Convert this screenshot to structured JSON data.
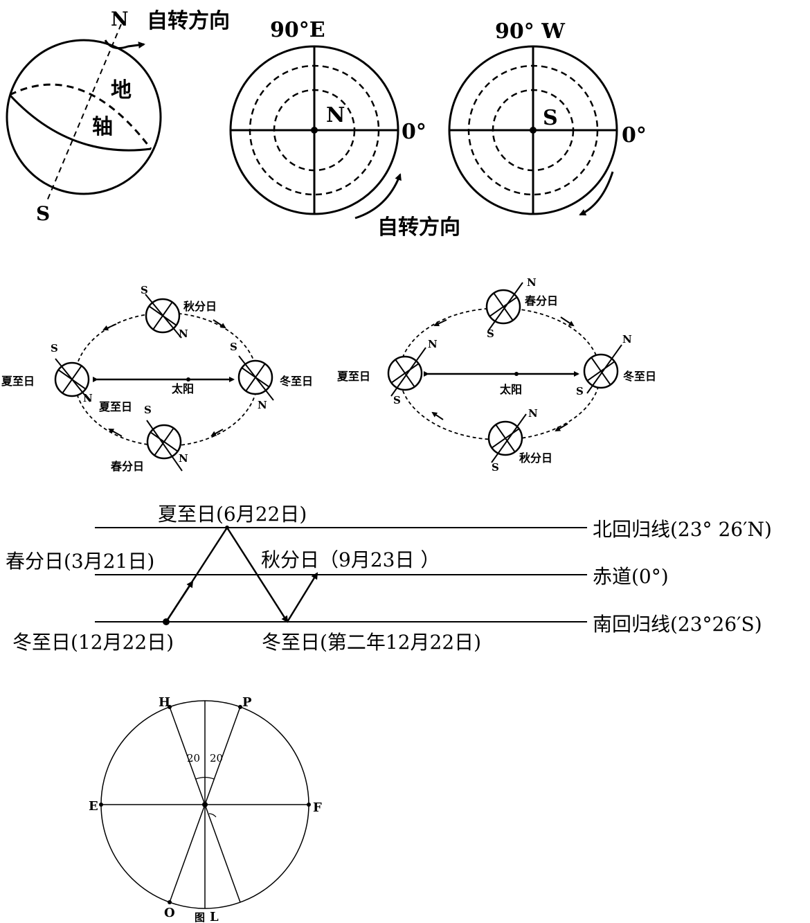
{
  "panel1": {
    "globe": {
      "north": "N",
      "south": "S",
      "rotation": "自转方向",
      "axis_char1": "地",
      "axis_char2": "轴"
    },
    "north_view": {
      "top": "90°E",
      "right": "0°",
      "center": "N"
    },
    "south_view": {
      "top": "90° W",
      "right": "0°",
      "center": "S"
    },
    "rotation_label": "自转方向"
  },
  "panel2": {
    "north_hemi": {
      "sun": "太阳",
      "summer": "夏至日",
      "autumn": "秋分日",
      "winter": "冬至日",
      "spring": "春分日",
      "summer_lower": "夏至日",
      "n": "N",
      "s": "S"
    },
    "south_hemi": {
      "sun": "太阳",
      "summer": "夏至日",
      "spring": "春分日",
      "winter": "冬至日",
      "autumn": "秋分日",
      "n": "N",
      "s": "S"
    }
  },
  "panel3": {
    "tropic_n": "北回归线(23° 26′N)",
    "equator": "赤道(0°)",
    "tropic_s": "南回归线(23°26′S)",
    "summer": "夏至日(6月22日)",
    "spring": "春分日(3月21日)",
    "autumn": "秋分日（9月23日 ）",
    "winter1": "冬至日(12月22日)",
    "winter2": "冬至日(第二年12月22日)"
  },
  "panel4": {
    "H": "H",
    "P": "P",
    "E": "E",
    "F": "F",
    "O": "O",
    "L": "L",
    "angle_left": "20",
    "angle_right": "20",
    "bottom_char": "图"
  }
}
